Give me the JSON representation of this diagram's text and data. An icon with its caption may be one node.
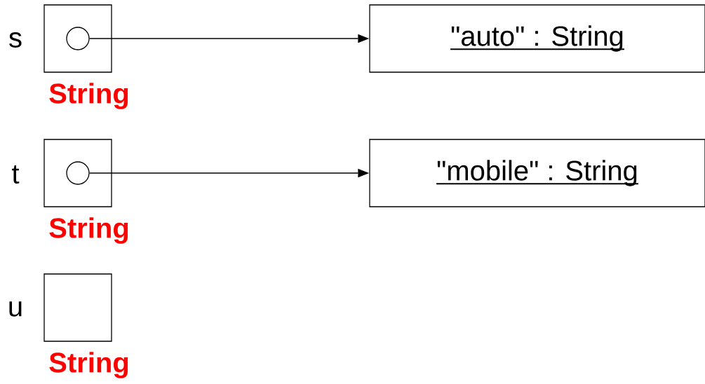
{
  "diagram": {
    "nodes": [
      {
        "text": [],
        "shape": "box",
        "beside": [
          "s",
          "String"
        ]
      },
      {
        "text": [],
        "shape": "circle",
        "in": 0
      },
      {
        "text": [
          "\"auto\" : String"
        ]
      },
      {
        "text": [],
        "shape": "box",
        "beside": [
          "t",
          "String"
        ]
      },
      {
        "text": [],
        "shape": "circle",
        "in": 3
      },
      {
        "text": [
          "\"mobile\" : String"
        ]
      },
      {
        "text": [],
        "shape": "box",
        "beside": [
          "u",
          "String"
        ]
      }
    ],
    "edges": [
      {
        "from": 1,
        "to": 2,
        "arrow": "to"
      },
      {
        "from": 4,
        "to": 5,
        "arrow": "to"
      }
    ]
  }
}
